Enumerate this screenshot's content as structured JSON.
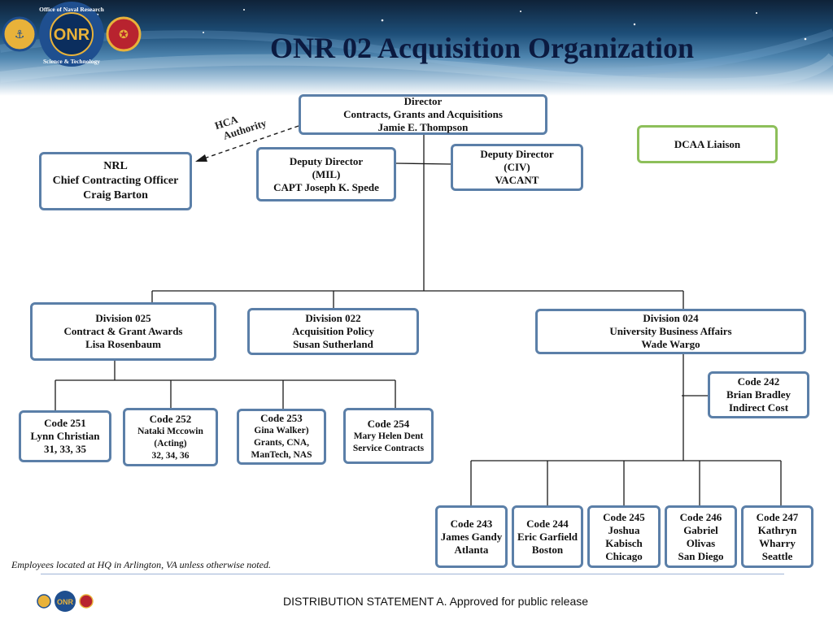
{
  "title": "ONR 02 Acquisition Organization",
  "logo": {
    "ring_text_top": "Office of Naval Research",
    "ring_text_bottom": "Science & Technology",
    "center_text": "ONR",
    "colors": {
      "ring": "#1f4f8f",
      "gold": "#e8b23a",
      "red": "#b8232f"
    }
  },
  "hca_label": [
    "HCA",
    "Authority"
  ],
  "director": [
    "Director",
    "Contracts, Grants and Acquisitions",
    "Jamie E. Thompson"
  ],
  "dcaa": [
    "DCAA Liaison"
  ],
  "deputy_mil": [
    "Deputy Director",
    "(MIL)",
    "CAPT Joseph K. Spede"
  ],
  "deputy_civ": [
    "Deputy Director",
    "(CIV)",
    "VACANT"
  ],
  "nrl": [
    "NRL",
    "Chief Contracting Officer",
    "Craig Barton"
  ],
  "divisions": {
    "d025": [
      "Division 025",
      "Contract & Grant Awards",
      "Lisa Rosenbaum"
    ],
    "d022": [
      "Division 022",
      "Acquisition Policy",
      "Susan Sutherland"
    ],
    "d024": [
      "Division 024",
      "University Business Affairs",
      "Wade Wargo"
    ]
  },
  "codes_025": {
    "c251": [
      "Code 251",
      "Lynn Christian",
      "31, 33, 35"
    ],
    "c252": [
      "Code 252",
      "Nataki Mccowin",
      "(Acting)",
      "32, 34, 36"
    ],
    "c253": [
      "Code 253",
      "Gina Walker)",
      "Grants, CNA,",
      "ManTech, NAS"
    ],
    "c254": [
      "Code 254",
      "Mary Helen Dent",
      "Service Contracts"
    ]
  },
  "code_242": [
    "Code 242",
    "Brian Bradley",
    "Indirect Cost"
  ],
  "codes_024": {
    "c243": [
      "Code 243",
      "James Gandy",
      "Atlanta"
    ],
    "c244": [
      "Code 244",
      "Eric Garfield",
      "Boston"
    ],
    "c245": [
      "Code 245",
      "Joshua",
      "Kabisch",
      "Chicago"
    ],
    "c246": [
      "Code 246",
      "Gabriel",
      "Olivas",
      "San Diego"
    ],
    "c247": [
      "Code 247",
      "Kathryn",
      "Wharry",
      "Seattle"
    ]
  },
  "footnote": "Employees located at HQ in Arlington, VA unless otherwise noted.",
  "distribution": "DISTRIBUTION STATEMENT A. Approved for public release",
  "colors": {
    "box_border": "#5b7fa8",
    "dcaa_border": "#8dbf5a",
    "title": "#0b1a40",
    "connector": "#1a1a1a"
  }
}
